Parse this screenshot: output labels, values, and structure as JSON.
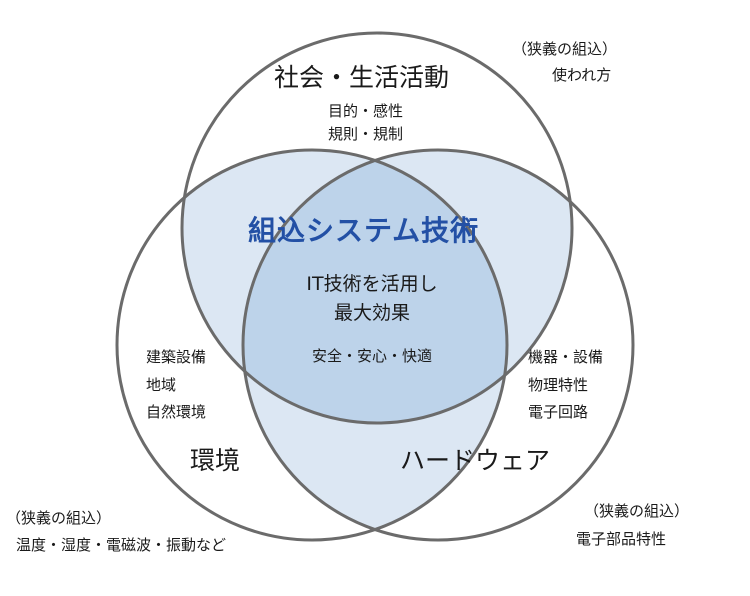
{
  "circles": {
    "society": {
      "title": "社会・生活活動",
      "items": [
        "目的・感性",
        "規則・規制"
      ]
    },
    "environment": {
      "title": "環境",
      "items": [
        "建築設備",
        "地域",
        "自然環境"
      ]
    },
    "hardware": {
      "title": "ハードウェア",
      "items": [
        "機器・設備",
        "物理特性",
        "電子回路"
      ]
    }
  },
  "core": {
    "title": "組込システム技術",
    "lines": [
      "IT技術を活用し",
      "最大効果"
    ],
    "goals": "安全・安心・快適"
  },
  "notes": {
    "top_right": [
      "（狭義の組込）",
      "使われ方"
    ],
    "bottom_left": [
      "（狭義の組込）",
      "温度・湿度・電磁波・振動など"
    ],
    "bottom_right": [
      "（狭義の組込）",
      "電子部品特性"
    ]
  },
  "colors": {
    "outline": "#6b6b6b",
    "pair_overlap_fill": "#dce7f3",
    "center_fill": "#bdd3ea",
    "core_title": "#2350a5"
  }
}
